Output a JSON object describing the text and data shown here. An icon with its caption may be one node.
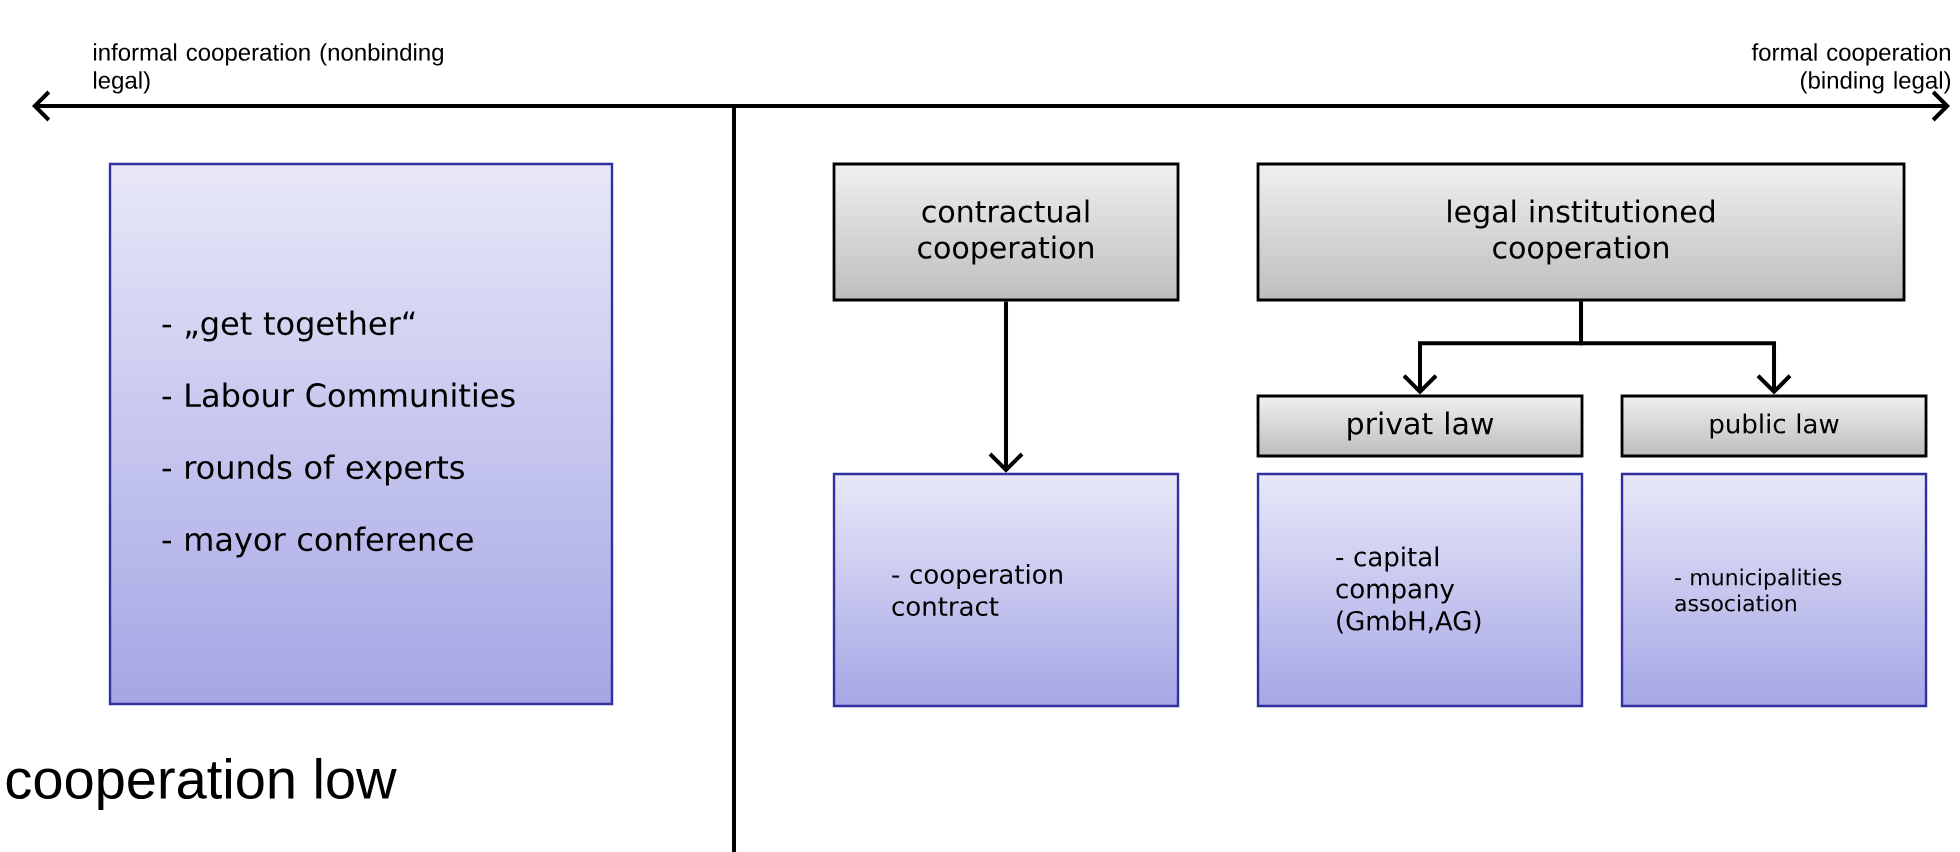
{
  "diagram": {
    "nodes": [
      {
        "text": [
          "- „get together“",
          "- Labour Communities",
          "- rounds of experts",
          "- mayor conference"
        ]
      },
      {
        "text": [
          "contractual cooperation"
        ]
      },
      {
        "text": [
          "legal institutioned cooperation"
        ]
      },
      {
        "text": [
          "privat law"
        ]
      },
      {
        "text": [
          "public law"
        ]
      },
      {
        "text": [
          "- cooperation contract"
        ]
      },
      {
        "text": [
          "- capital company (GmbH,AG)"
        ]
      },
      {
        "text": [
          "- municipalities association"
        ]
      }
    ],
    "edges": [
      {
        "from": 1,
        "to": 5,
        "arrow": "to"
      },
      {
        "from": 2,
        "to": 3,
        "arrow": "to"
      },
      {
        "from": 2,
        "to": 4,
        "arrow": "to"
      }
    ],
    "labels": [
      "informal cooperation (nonbinding legal)",
      "formal cooperation (binding legal)",
      "cooperation low"
    ]
  }
}
